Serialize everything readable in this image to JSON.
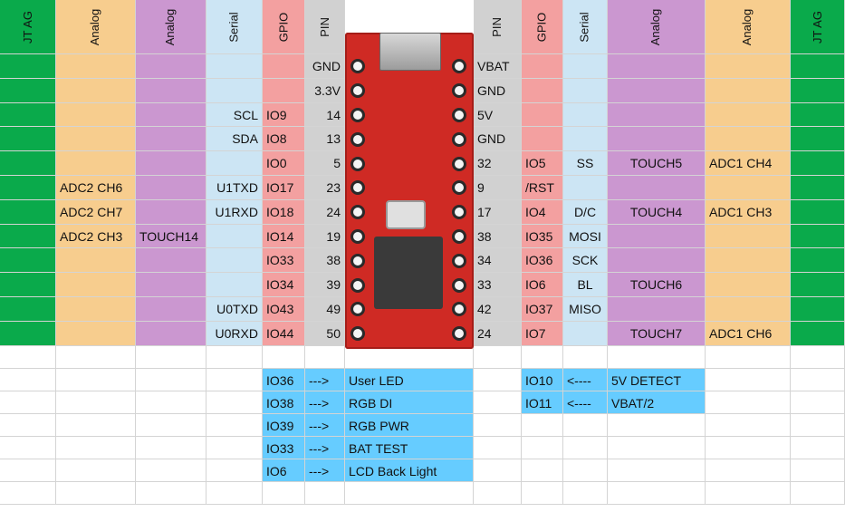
{
  "colors": {
    "jtag": "#0aaa4b",
    "analog_orange": "#f7cd8e",
    "analog_purple": "#cb97d0",
    "serial": "#cce5f4",
    "gpio": "#f3a0a0",
    "pin": "#d1d1d1",
    "note": "#66ccff"
  },
  "headers": {
    "left": [
      "JT AG",
      "Analog",
      "Analog",
      "Serial",
      "GPIO",
      "PIN"
    ],
    "right": [
      "PIN",
      "GPIO",
      "Serial",
      "Analog",
      "Analog",
      "JT AG"
    ]
  },
  "left_rows": [
    {
      "analog1": "",
      "analog2": "",
      "serial": "",
      "gpio": "",
      "pin": "GND"
    },
    {
      "analog1": "",
      "analog2": "",
      "serial": "",
      "gpio": "",
      "pin": "3.3V"
    },
    {
      "analog1": "",
      "analog2": "",
      "serial": "SCL",
      "gpio": "IO9",
      "pin": "14"
    },
    {
      "analog1": "",
      "analog2": "",
      "serial": "SDA",
      "gpio": "IO8",
      "pin": "13"
    },
    {
      "analog1": "",
      "analog2": "",
      "serial": "",
      "gpio": "IO0",
      "pin": "5"
    },
    {
      "analog1": "ADC2 CH6",
      "analog2": "",
      "serial": "U1TXD",
      "gpio": "IO17",
      "pin": "23"
    },
    {
      "analog1": "ADC2 CH7",
      "analog2": "",
      "serial": "U1RXD",
      "gpio": "IO18",
      "pin": "24"
    },
    {
      "analog1": "ADC2 CH3",
      "analog2": "TOUCH14",
      "serial": "",
      "gpio": "IO14",
      "pin": "19"
    },
    {
      "analog1": "",
      "analog2": "",
      "serial": "",
      "gpio": "IO33",
      "pin": "38"
    },
    {
      "analog1": "",
      "analog2": "",
      "serial": "",
      "gpio": "IO34",
      "pin": "39"
    },
    {
      "analog1": "",
      "analog2": "",
      "serial": "U0TXD",
      "gpio": "IO43",
      "pin": "49"
    },
    {
      "analog1": "",
      "analog2": "",
      "serial": "U0RXD",
      "gpio": "IO44",
      "pin": "50"
    }
  ],
  "right_rows": [
    {
      "pin": "VBAT",
      "gpio": "",
      "serial": "",
      "analog1": "",
      "analog2": ""
    },
    {
      "pin": "GND",
      "gpio": "",
      "serial": "",
      "analog1": "",
      "analog2": ""
    },
    {
      "pin": "5V",
      "gpio": "",
      "serial": "",
      "analog1": "",
      "analog2": ""
    },
    {
      "pin": "GND",
      "gpio": "",
      "serial": "",
      "analog1": "",
      "analog2": ""
    },
    {
      "pin": "32",
      "gpio": "IO5",
      "serial": "SS",
      "analog1": "TOUCH5",
      "analog2": "ADC1 CH4"
    },
    {
      "pin": "9",
      "gpio": "/RST",
      "serial": "",
      "analog1": "",
      "analog2": ""
    },
    {
      "pin": "17",
      "gpio": "IO4",
      "serial": "D/C",
      "analog1": "TOUCH4",
      "analog2": "ADC1 CH3"
    },
    {
      "pin": "38",
      "gpio": "IO35",
      "serial": "MOSI",
      "analog1": "",
      "analog2": ""
    },
    {
      "pin": "34",
      "gpio": "IO36",
      "serial": "SCK",
      "analog1": "",
      "analog2": ""
    },
    {
      "pin": "33",
      "gpio": "IO6",
      "serial": "BL",
      "analog1": "TOUCH6",
      "analog2": ""
    },
    {
      "pin": "42",
      "gpio": "IO37",
      "serial": "MISO",
      "analog1": "",
      "analog2": ""
    },
    {
      "pin": "24",
      "gpio": "IO7",
      "serial": "",
      "analog1": "TOUCH7",
      "analog2": "ADC1 CH6"
    }
  ],
  "notes_left": [
    {
      "gpio": "IO36",
      "arrow": "--->",
      "label": "User LED"
    },
    {
      "gpio": "IO38",
      "arrow": "--->",
      "label": "RGB DI"
    },
    {
      "gpio": "IO39",
      "arrow": "--->",
      "label": "RGB PWR"
    },
    {
      "gpio": "IO33",
      "arrow": "--->",
      "label": "BAT TEST"
    },
    {
      "gpio": "IO6",
      "arrow": "--->",
      "label": "LCD Back Light"
    }
  ],
  "notes_right": [
    {
      "gpio": "IO10",
      "arrow": "<----",
      "label": "5V DETECT"
    },
    {
      "gpio": "IO11",
      "arrow": "<----",
      "label": "VBAT/2"
    }
  ]
}
